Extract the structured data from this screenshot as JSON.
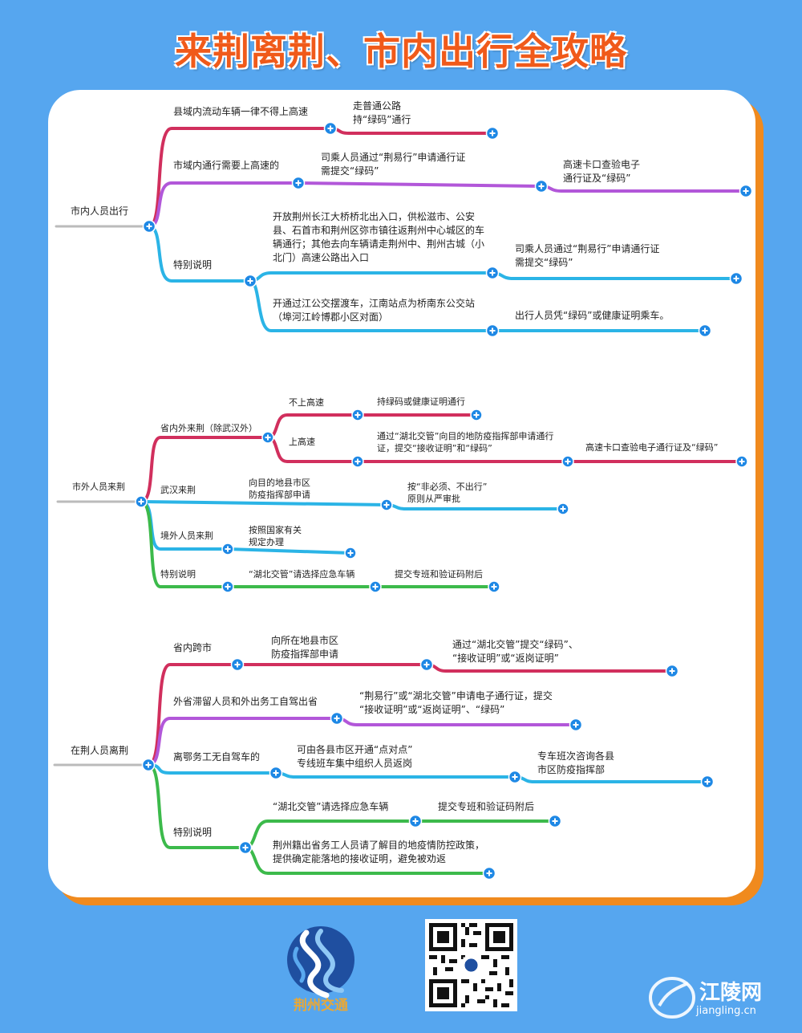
{
  "title": "来荆离荆、市内出行全攻略",
  "section1": {
    "root": "市内人员出行",
    "b1": "县域内流动车辆一律不得上高速",
    "b1_note": "走普通公路\n持“绿码”通行",
    "b2": "市域内通行需要上高速的",
    "b2_note1": "司乘人员通过“荆易行”申请通行证\n需提交“绿码”",
    "b2_note2": "高速卡口查验电子\n通行证及“绿码”",
    "b3": "特别说明",
    "b3_note1": "开放荆州长江大桥桥北出入口，供松滋市、公安县、石首市和荆州区弥市镇往返荆州中心城区的车辆通行；其他去向车辆请走荆州中、荆州古城（小北门）高速公路出入口",
    "b3_note1b": "司乘人员通过“荆易行”申请通行证\n需提交“绿码”",
    "b3_note2": "开通过江公交摆渡车，江南站点为桥南东公交站（埠河江岭博郡小区对面）",
    "b3_note2b": "出行人员凭“绿码”或健康证明乘车。"
  },
  "section2": {
    "root": "市外人员来荆",
    "b1": "省内外来荆（除武汉外）",
    "b1_sub1": "不上高速",
    "b1_sub1_note": "持绿码或健康证明通行",
    "b1_sub2": "上高速",
    "b1_sub2_note": "通过“湖北交管”向目的地防疫指挥部申请通行证，提交“接收证明”和“绿码”",
    "b1_sub2_note2": "高速卡口查验电子通行证及“绿码”",
    "b2": "武汉来荆",
    "b2_note1": "向目的地县市区\n防疫指挥部申请",
    "b2_note2": "按“非必须、不出行”\n原则从严审批",
    "b3": "境外人员来荆",
    "b3_note": "按照国家有关\n规定办理",
    "b4": "特别说明",
    "b4_note1": "“湖北交管”请选择应急车辆",
    "b4_note2": "提交专班和验证码附后"
  },
  "section3": {
    "root": "在荆人员离荆",
    "b1": "省内跨市",
    "b1_note1": "向所在地县市区\n防疫指挥部申请",
    "b1_note2": "通过“湖北交管”提交“绿码”、\n“接收证明”或“返岗证明”",
    "b2": "外省滞留人员和外出务工自驾出省",
    "b2_note": "“荆易行”或“湖北交管”申请电子通行证，提交\n“接收证明”或“返岗证明”、“绿码”",
    "b3": "离鄂务工无自驾车的",
    "b3_note1": "可由各县市区开通“点对点”\n专线班车集中组织人员返岗",
    "b3_note2": "专车班次咨询各县\n市区防疫指挥部",
    "b4": "特别说明",
    "b4_note1": "“湖北交管”请选择应急车辆",
    "b4_note2": "提交专班和验证码附后",
    "b4_note3": "荆州籍出省务工人员请了解目的地疫情防控政策，提供确定能落地的接收证明，避免被劝返"
  },
  "footer": {
    "logo_text": "荆州交通",
    "qr_icon": "qr-code-icon",
    "watermark_name": "江陵网",
    "watermark_url": "jiangling.cn"
  },
  "colors": {
    "background": "#56a6ef",
    "title": "#f05a1a",
    "card_shadow": "#f08a1e",
    "branch_red": "#d12f5d",
    "branch_purple": "#b257d9",
    "branch_cyan": "#2bb4e6",
    "branch_green": "#3cba4b",
    "root_line": "#bbbbbb",
    "node_dot": "#1e88e5"
  }
}
